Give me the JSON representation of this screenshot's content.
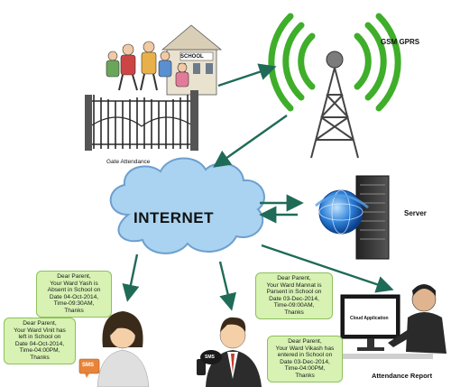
{
  "labels": {
    "gsm": "GSM GPRS",
    "gate": "Gate Attendance",
    "internet": "INTERNET",
    "server": "Server",
    "attendance_report": "Attendance Report",
    "school_sign": "SCHOOL",
    "cloud_app": "Cloud Application",
    "sms": "SMS"
  },
  "messages": {
    "absent": [
      "Dear Parent,",
      "Your Ward Yash is",
      "Absent in School on",
      "Date 04-Oct-2014,",
      "Time-09:30AM,",
      "Thanks"
    ],
    "left": [
      "Dear Parent,",
      "Your Ward Vinit has",
      "left in School on",
      "Date 04-Oct-2014,",
      "Time-04:00PM,",
      "Thanks"
    ],
    "present": [
      "Dear Parent,",
      "Your Ward Mannat is",
      "Parsent in School on",
      "Date 03-Dec-2014,",
      "Time-09:00AM,",
      "Thanks"
    ],
    "entered": [
      "Dear Parent,",
      "Your Ward Vikash has",
      "entered in School on",
      "Date 03-Dec-2014,",
      "Time-04:00PM,",
      "Thanks"
    ]
  },
  "colors": {
    "arrow": "#1f6b57",
    "cloud": "#a9d3f0",
    "tower_green": "#3fae2a",
    "bubble_fill": "#d7f2b3",
    "sms_badge": "#e8843a"
  }
}
